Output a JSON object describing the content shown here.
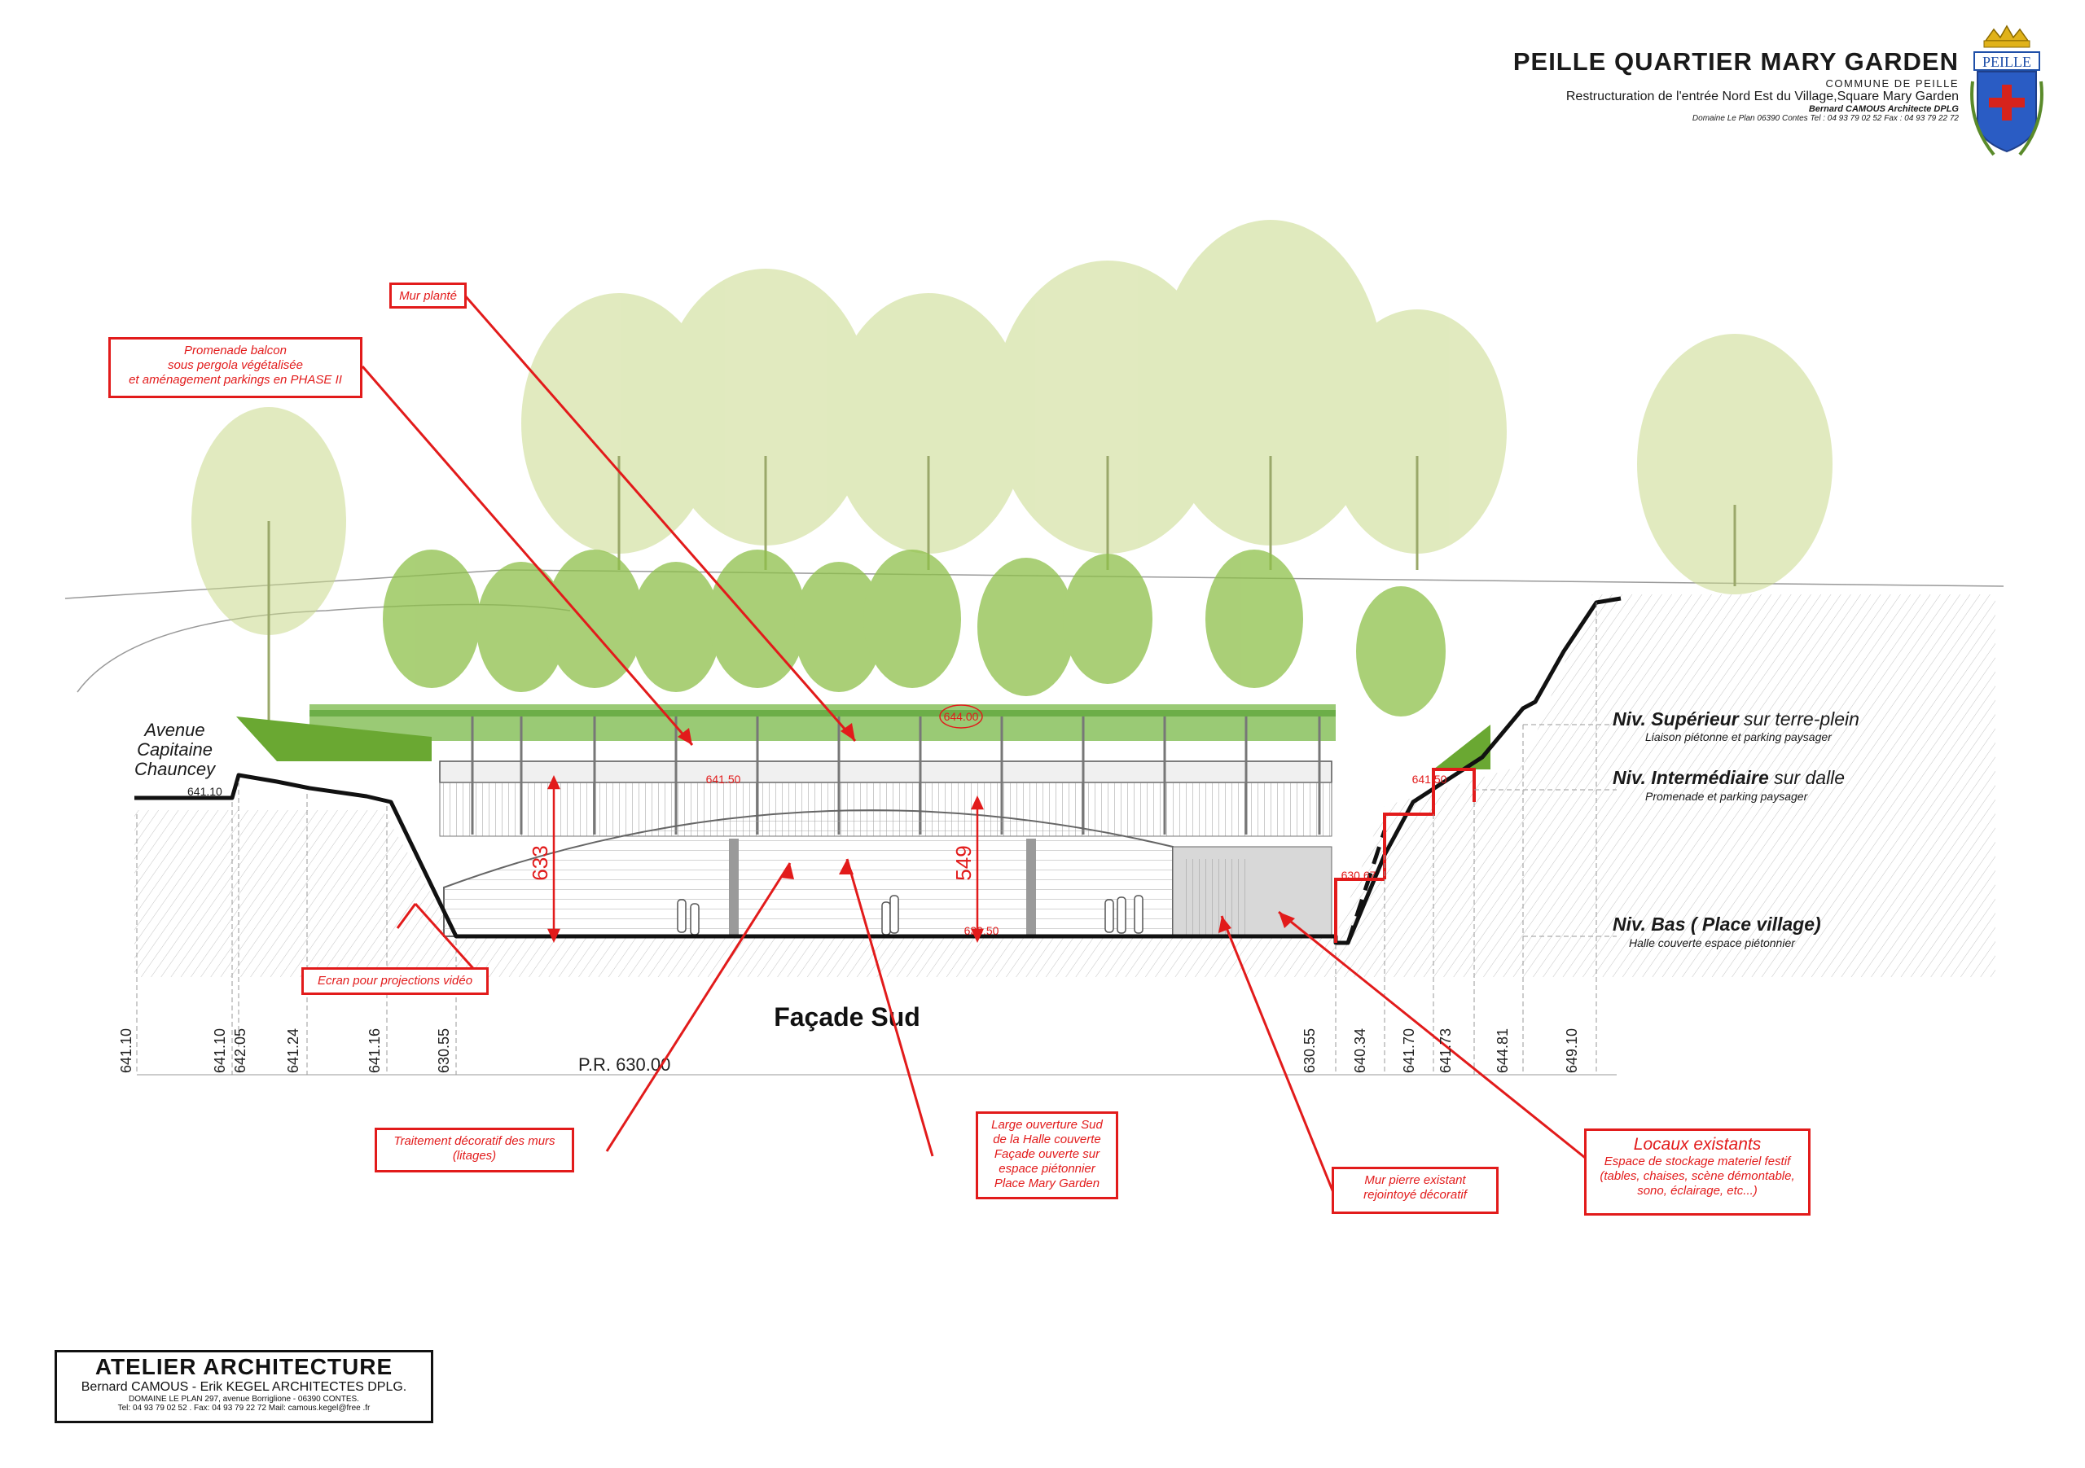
{
  "header": {
    "title": "PEILLE QUARTIER MARY GARDEN",
    "commune": "COMMUNE DE PEILLE",
    "subtitle": "Restructuration de l'entrée Nord Est du Village,Square Mary Garden",
    "architect": "Bernard CAMOUS Architecte DPLG",
    "contact": "Domaine Le Plan 06390 Contes Tel : 04 93 79 02 52 Fax : 04 93 79 22 72",
    "logo_text": "PEILLE"
  },
  "drawing": {
    "title": "Façade Sud",
    "street": "Avenue\nCapitaine\nChauncey",
    "reference_level": "P.R. 630.00",
    "ground_color": "#111111",
    "annotation_color": "#e21b1b",
    "foliage_color": "#9bc24a",
    "elevations_in_drawing": [
      "641.10",
      "641.50",
      "644.00",
      "630.50",
      "630.67",
      "641.50"
    ],
    "heights": [
      "633",
      "549"
    ]
  },
  "levels": [
    {
      "name_bold": "Niv. Supérieur",
      "name_rest": " sur terre-plein",
      "sub": "Liaison piétonne et parking paysager"
    },
    {
      "name_bold": "Niv. Intermédiaire",
      "name_rest": " sur dalle",
      "sub": "Promenade et parking paysager"
    },
    {
      "name_bold": "Niv. Bas ( Place village)",
      "name_rest": "",
      "sub": "Halle couverte espace piétonnier"
    }
  ],
  "altimetry": [
    "641.10",
    "641.10",
    "642.05",
    "641.24",
    "641.16",
    "630.55",
    "630.55",
    "640.34",
    "641.70",
    "641.73",
    "644.81",
    "649.10"
  ],
  "annotations": [
    {
      "text": "Mur planté"
    },
    {
      "text": "Promenade balcon\nsous pergola végétalisée\net aménagement parkings en PHASE II"
    },
    {
      "text": "Ecran pour projections vidéo"
    },
    {
      "text": "Traitement décoratif des murs\n(litages)"
    },
    {
      "text": "Large ouverture Sud\nde la Halle couverte\nFaçade ouverte sur\nespace piétonnier\nPlace Mary Garden"
    },
    {
      "text": "Mur pierre existant\nrejointoyé décoratif"
    },
    {
      "title": "Locaux existants",
      "text": "Espace de stockage materiel festif\n(tables, chaises, scène démontable,\nsono, éclairage, etc...)"
    }
  ],
  "atelier": {
    "title": "ATELIER  ARCHITECTURE",
    "names": "Bernard CAMOUS   - Erik  KEGEL  ARCHITECTES DPLG.",
    "address": "DOMAINE LE PLAN  297, avenue Borriglione - 06390 CONTES.",
    "contact": "Tel: 04 93 79 02 52 .  Fax: 04 93 79 22 72    Mail: camous.kegel@free .fr"
  }
}
